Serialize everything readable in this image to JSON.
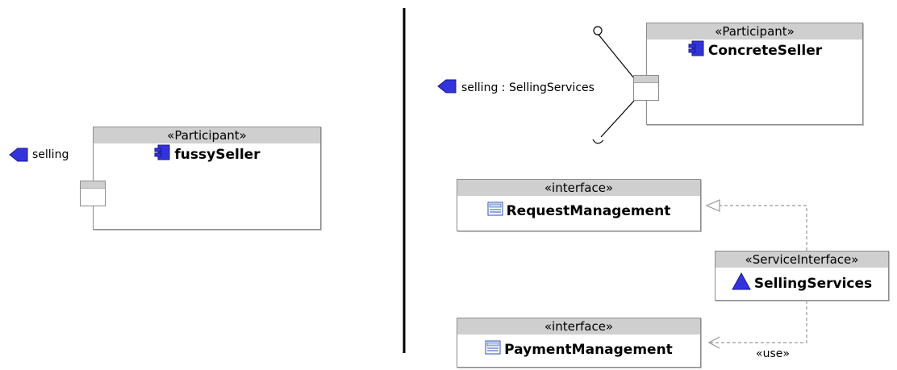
{
  "left": {
    "port_label": "selling",
    "participant": {
      "stereotype": "«Participant»",
      "name": "fussySeller"
    }
  },
  "right": {
    "port_label": "selling : SellingServices",
    "participant": {
      "stereotype": "«Participant»",
      "name": "ConcreteSeller"
    },
    "request_iface": {
      "stereotype": "«interface»",
      "name": "RequestManagement"
    },
    "payment_iface": {
      "stereotype": "«interface»",
      "name": "PaymentManagement"
    },
    "service_iface": {
      "stereotype": "«ServiceInterface»",
      "name": "SellingServices"
    },
    "use_label": "«use»"
  },
  "colors": {
    "accent": "#3333dd",
    "header": "#cfcfcf",
    "border": "#8c8c8c"
  },
  "icons": [
    "port-icon",
    "component-icon",
    "interface-icon",
    "service-interface-icon"
  ]
}
